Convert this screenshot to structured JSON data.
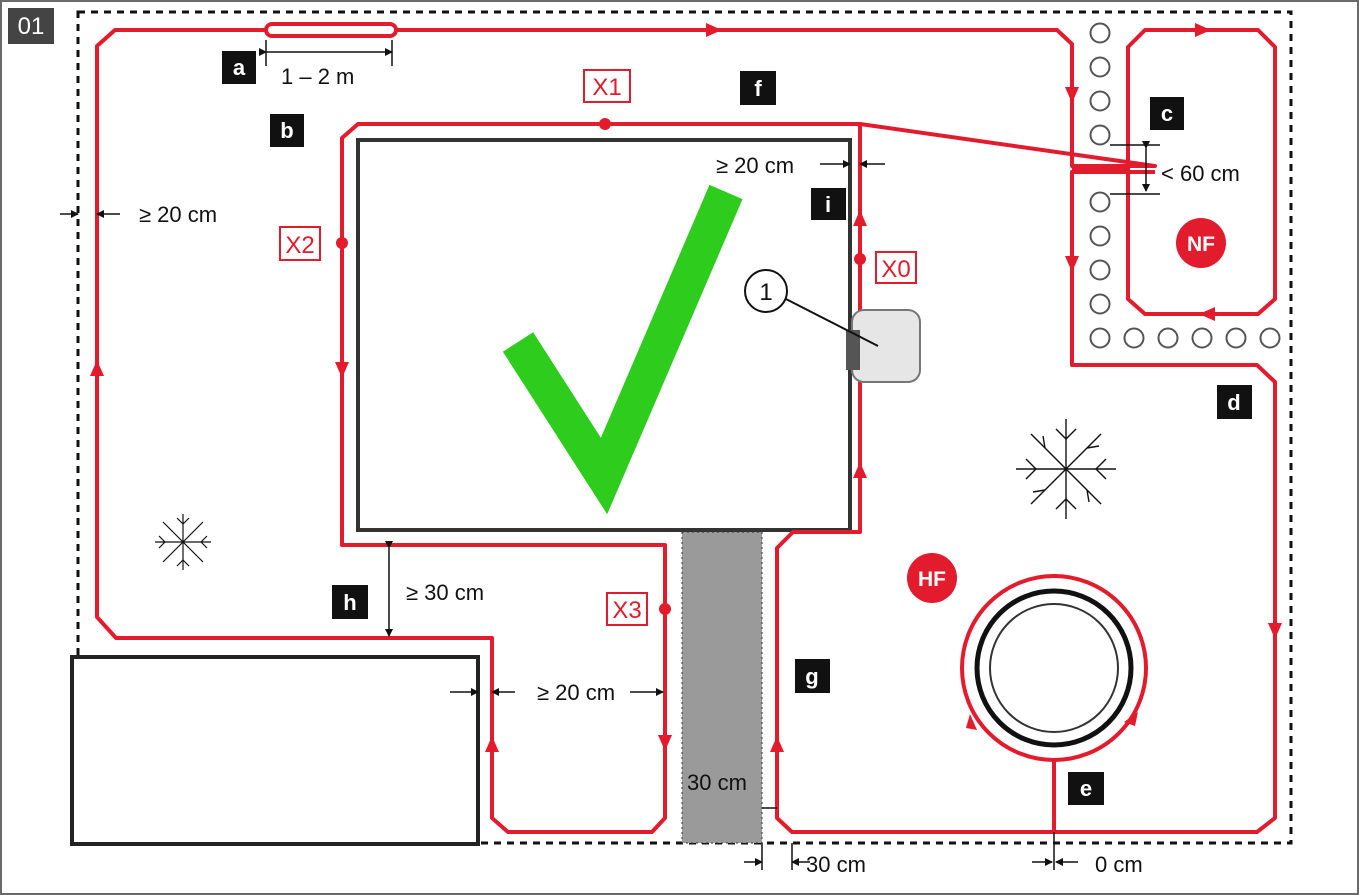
{
  "figure": {
    "number": "01"
  },
  "colors": {
    "wire": "#e21b2d",
    "check": "#2ecc1d",
    "path": "#9a9a9a",
    "box": "#111111",
    "frame": "#6a6a6a"
  },
  "icons": {
    "tree": "tree-icon",
    "check": "checkmark-icon",
    "station": "charging-station-icon"
  },
  "letters": {
    "a": "a",
    "b": "b",
    "c": "c",
    "d": "d",
    "e": "e",
    "f": "f",
    "g": "g",
    "h": "h",
    "i": "i"
  },
  "points": {
    "x0": "X0",
    "x1": "X1",
    "x2": "X2",
    "x3": "X3"
  },
  "zones": {
    "nf": "NF",
    "hf": "HF"
  },
  "callout": {
    "one": "1"
  },
  "dimensions": {
    "m_1_2": "1 – 2 m",
    "cm20_left": "≥ 20 cm",
    "cm20_top": "≥ 20 cm",
    "cm60": "< 60 cm",
    "cm30_h": "≥ 30 cm",
    "cm20_mid": "≥ 20 cm",
    "cm30_path": "30 cm",
    "cm30_bottom": "30 cm",
    "cm0": "0 cm"
  }
}
